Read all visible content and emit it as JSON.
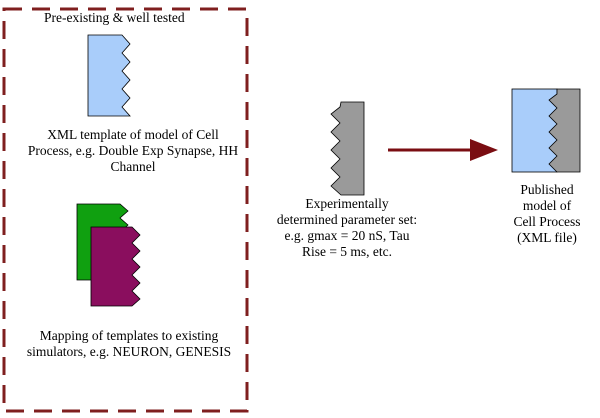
{
  "pre_existing_title": "Pre-existing & well tested",
  "xml_template_label": {
    "line1": "XML template of model of Cell",
    "line2": "Process, e.g. Double Exp Synapse, HH",
    "line3": "Channel"
  },
  "mapping_label": {
    "line1": "Mapping of templates to existing",
    "line2": "simulators, e.g. NEURON, GENESIS"
  },
  "parameter_label": {
    "line1": "Experimentally",
    "line2": "determined parameter set:",
    "line3": "e.g. gmax = 20 nS, Tau",
    "line4": "Rise = 5 ms, etc."
  },
  "published_label": {
    "line1": "Published",
    "line2": "model of",
    "line3": "Cell Process",
    "line4": "(XML file)"
  },
  "colors": {
    "dashed_border": "#7f1f1f",
    "template_blue": "#a9cdfa",
    "mapping_green": "#10a010",
    "mapping_purple": "#8a0e5e",
    "parameter_gray": "#9a9a9a",
    "arrow": "#7a0d12"
  }
}
